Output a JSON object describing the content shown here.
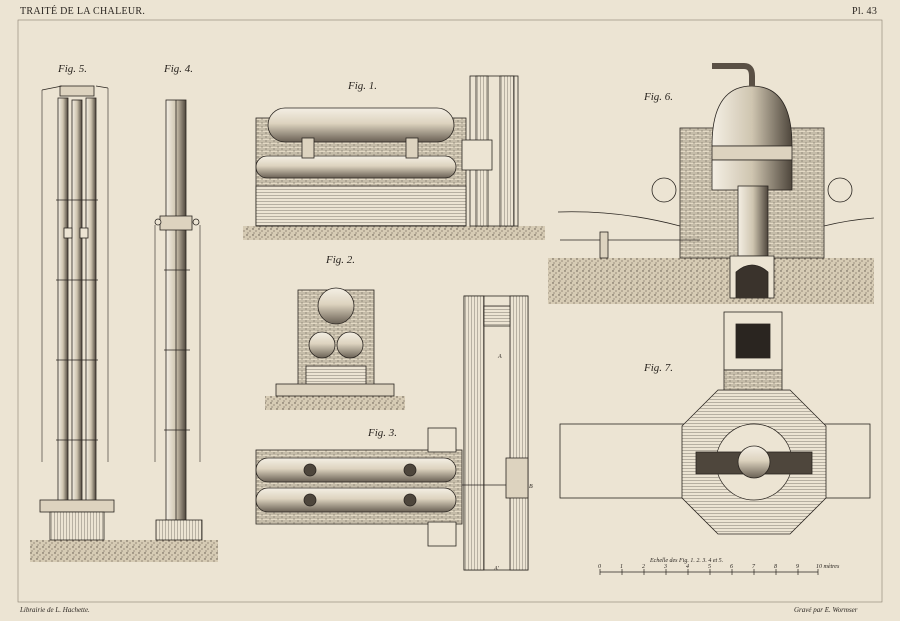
{
  "header": {
    "title": "TRAITÉ DE LA CHALEUR.",
    "plate": "Pl. 43"
  },
  "figures": {
    "fig1": "Fig. 1.",
    "fig2": "Fig. 2.",
    "fig3": "Fig. 3.",
    "fig4": "Fig. 4.",
    "fig5": "Fig. 5.",
    "fig6": "Fig. 6.",
    "fig7": "Fig. 7."
  },
  "labels": {
    "a": "A",
    "a_prime": "A'",
    "b": "B"
  },
  "scale": {
    "caption": "Echelle des Fig. 1. 2. 3. 4 et 5.",
    "ticks": [
      "0",
      "1",
      "2",
      "3",
      "4",
      "5",
      "6",
      "7",
      "8",
      "9",
      "10 mètres"
    ]
  },
  "footer": {
    "publisher": "Librairie de L. Hachette.",
    "engraver": "Gravé par E. Wormser"
  },
  "colors": {
    "paper": "#ece4d3",
    "ink": "#2a2520"
  }
}
